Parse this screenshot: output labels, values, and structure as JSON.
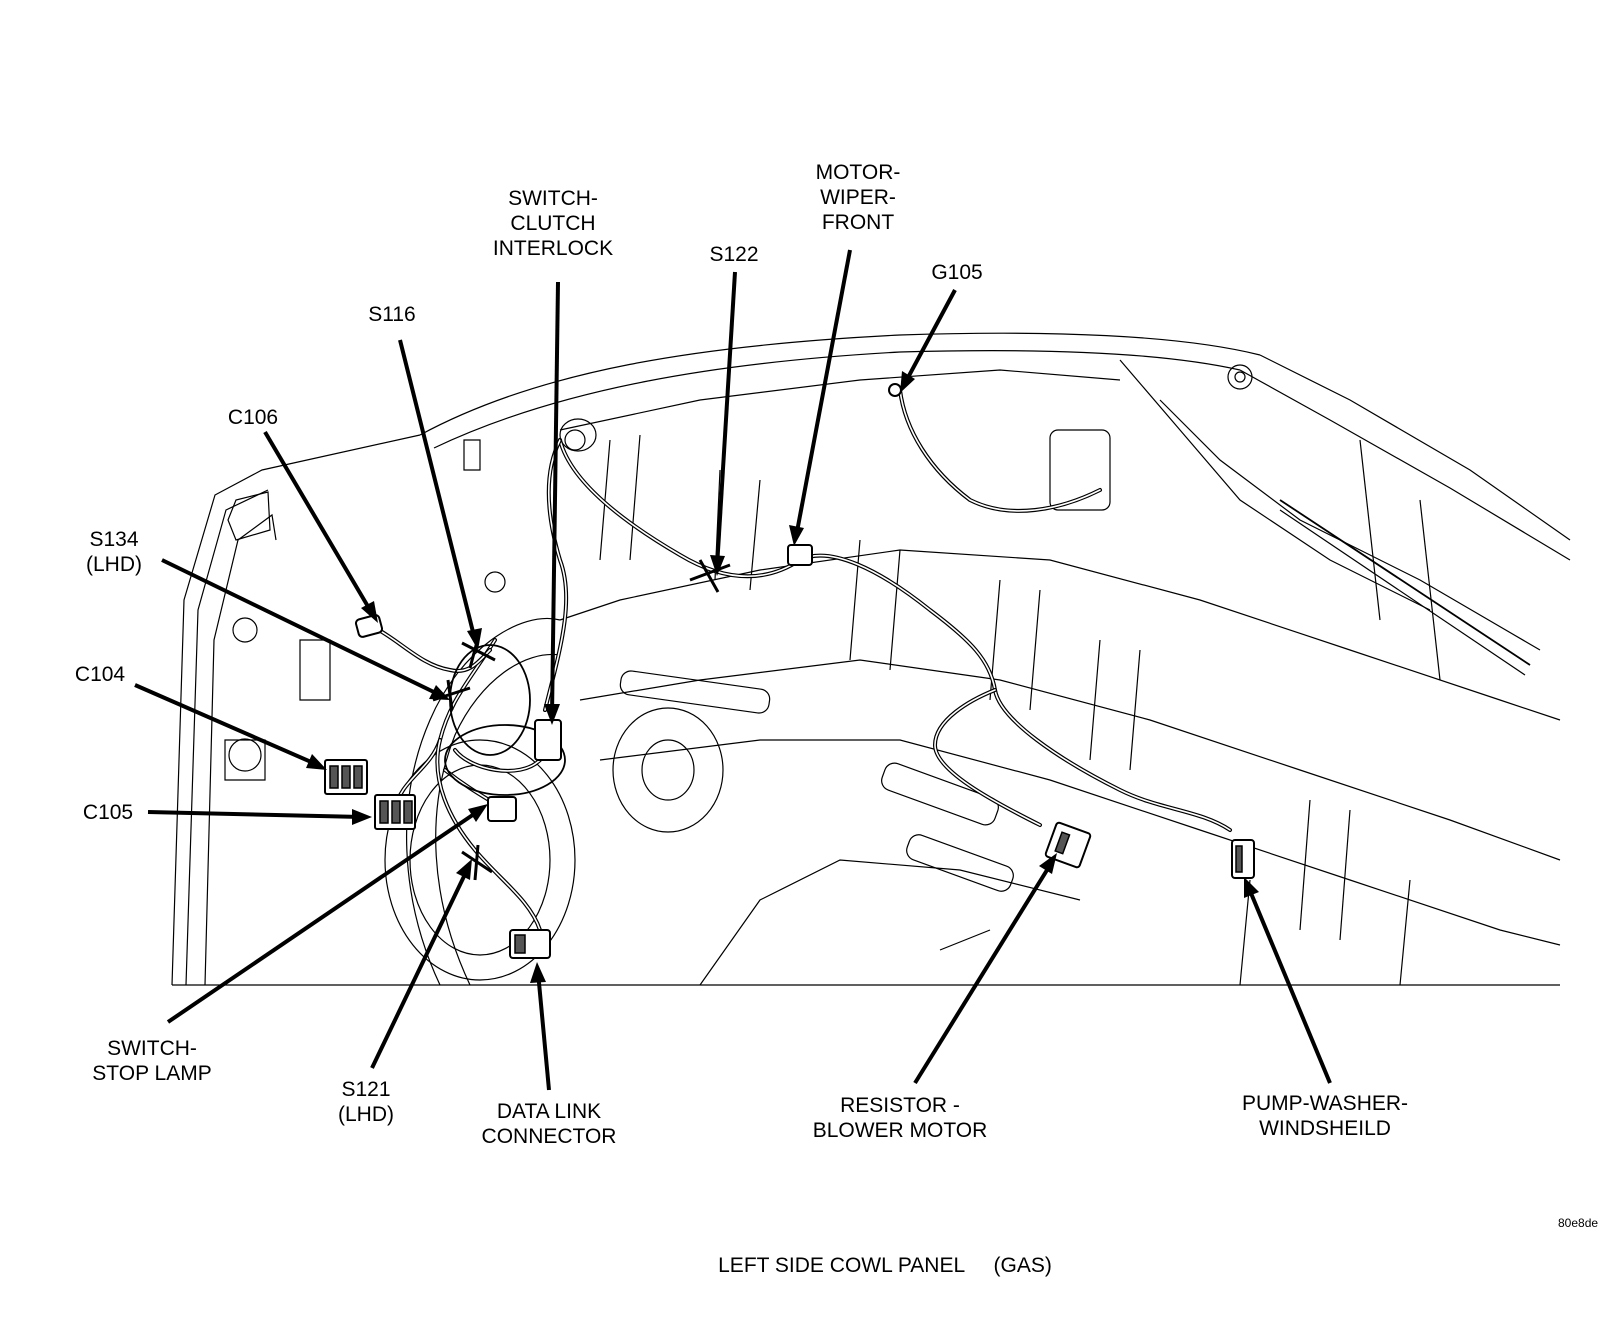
{
  "title": "LEFT SIDE COWL PANEL     (GAS)",
  "reference_code": "80e8de",
  "labels": {
    "switch_clutch_interlock": "SWITCH-\nCLUTCH\nINTERLOCK",
    "motor_wiper_front": "MOTOR-\nWIPER-\nFRONT",
    "s122": "S122",
    "g105": "G105",
    "s116": "S116",
    "c106": "C106",
    "s134": "S134\n(LHD)",
    "c104": "C104",
    "c105": "C105",
    "switch_stop_lamp": "SWITCH-\nSTOP LAMP",
    "s121": "S121\n(LHD)",
    "data_link_connector": "DATA LINK\nCONNECTOR",
    "resistor_blower_motor": "RESISTOR -\nBLOWER MOTOR",
    "pump_washer_windsheild": "PUMP-WASHER-\nWINDSHEILD"
  },
  "colors": {
    "line": "#000000",
    "background": "#ffffff"
  }
}
